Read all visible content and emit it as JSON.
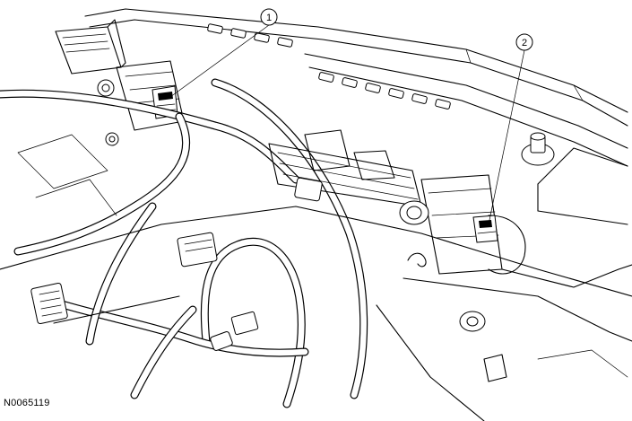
{
  "figure_id": "N0065119",
  "callouts": [
    {
      "label": "1"
    },
    {
      "label": "2"
    }
  ]
}
